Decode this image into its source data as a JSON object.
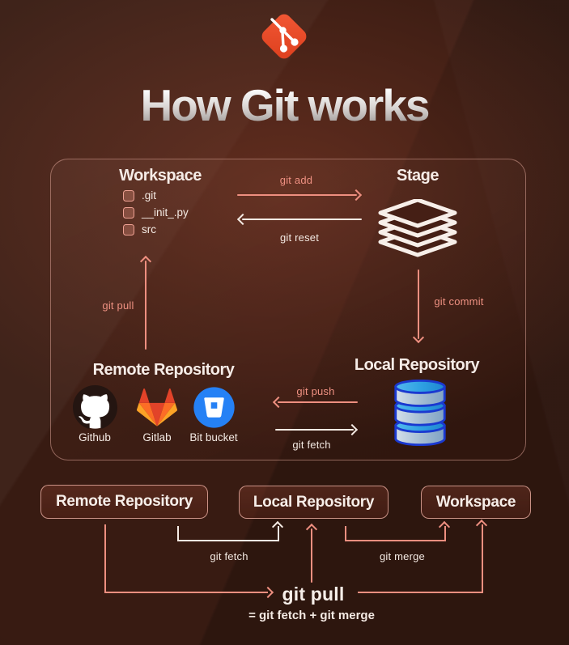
{
  "title": "How Git works",
  "colors": {
    "background": "#381b12",
    "accent_salmon": "#ee8f80",
    "accent_white": "#f4eae3",
    "git_orange": "#f04e28",
    "bitbucket_blue": "#2581f5",
    "database_blue": "#1a39d0"
  },
  "icons": {
    "git_logo": "git-diamond",
    "stage": "layers",
    "github": "octocat",
    "gitlab": "tanuki-fox",
    "bitbucket": "bucket",
    "local_repo": "database-cylinders",
    "workspace_item": "folder-square"
  },
  "panel": {
    "workspace": {
      "heading": "Workspace",
      "files": [
        ".git",
        "__init_.py",
        "src"
      ]
    },
    "stage": {
      "heading": "Stage"
    },
    "remote": {
      "heading": "Remote Repository",
      "providers": [
        {
          "label": "Github"
        },
        {
          "label": "Gitlab"
        },
        {
          "label": "Bit bucket"
        }
      ]
    },
    "local": {
      "heading": "Local Repository"
    },
    "arrows": {
      "git_add": "git add",
      "git_reset": "git reset",
      "git_pull": "git pull",
      "git_commit": "git commit",
      "git_push": "git push",
      "git_fetch": "git fetch"
    }
  },
  "bottom": {
    "boxes": [
      "Remote Repository",
      "Local Repository",
      "Workspace"
    ],
    "git_fetch_label": "git fetch",
    "git_merge_label": "git merge",
    "git_pull_label": "git pull",
    "equation": "= git fetch + git merge"
  }
}
